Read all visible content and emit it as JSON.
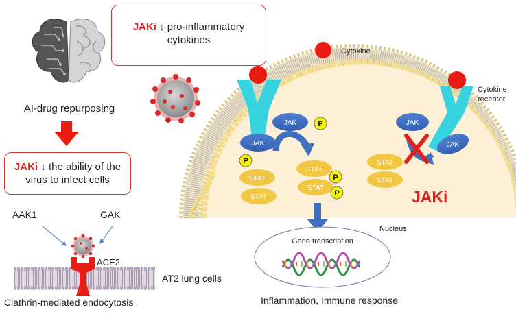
{
  "left": {
    "ai_label": "AI-drug repurposing",
    "box2": {
      "drug": "JAKi",
      "line1": "↓ the ability of the",
      "line2": "virus to infect cells"
    },
    "aak1": "AAK1",
    "gak": "GAK",
    "ace2": "ACE2",
    "cells": "AT2 lung cells",
    "endocytosis": "Clathrin-mediated endocytosis"
  },
  "top_box": {
    "drug": "JAKi",
    "line1": "↓ pro-inflammatory",
    "line2": "cytokines"
  },
  "cell": {
    "cytokine_legend": "Cytokine",
    "receptor_label": [
      "Cytokine",
      "receptor"
    ],
    "jak": "JAK",
    "stat": "STAT",
    "p": "P",
    "jaki_big": "JAKi",
    "nucleus": "Nucleus",
    "gene_transcription": "Gene transcription",
    "outcome": "Inflammation, Immune response"
  },
  "colors": {
    "red": "#e0201c",
    "jak_blue": "#3f6fbf",
    "stat_yellow": "#f2c744",
    "p_yellow": "#f5f20a",
    "receptor_cyan": "#37d3de",
    "cytoplasm": "#fcf1d6",
    "lipid_head": "#f4dd8c"
  }
}
